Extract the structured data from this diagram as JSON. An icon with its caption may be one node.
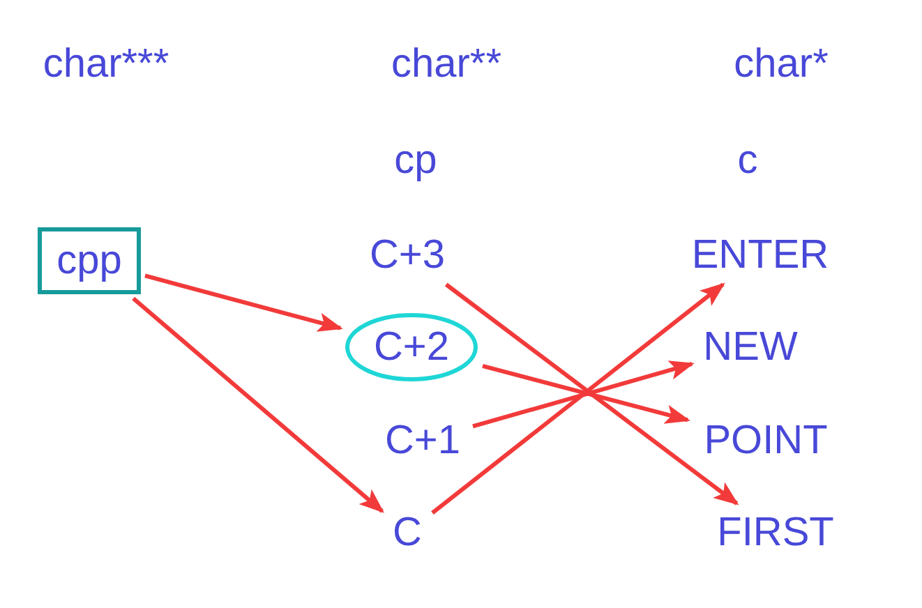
{
  "diagram": {
    "nodes": [
      {
        "text": [
          "cpp"
        ]
      },
      {
        "text": [
          "C+3"
        ]
      },
      {
        "text": [
          "C+2"
        ]
      },
      {
        "text": [
          "C+1"
        ]
      },
      {
        "text": [
          "C"
        ]
      },
      {
        "text": [
          "ENTER"
        ]
      },
      {
        "text": [
          "NEW"
        ]
      },
      {
        "text": [
          "POINT"
        ]
      },
      {
        "text": [
          "FIRST"
        ]
      }
    ],
    "edges": [
      {
        "from": 0,
        "to": 2,
        "arrow": "to"
      },
      {
        "from": 0,
        "to": 4,
        "arrow": "to"
      },
      {
        "from": 1,
        "to": 8,
        "arrow": "to"
      },
      {
        "from": 2,
        "to": 7,
        "arrow": "to"
      },
      {
        "from": 3,
        "to": 6,
        "arrow": "to"
      },
      {
        "from": 4,
        "to": 5,
        "arrow": "to"
      }
    ],
    "labels": [
      "char***",
      "char**",
      "char*",
      "cp",
      "c"
    ]
  }
}
